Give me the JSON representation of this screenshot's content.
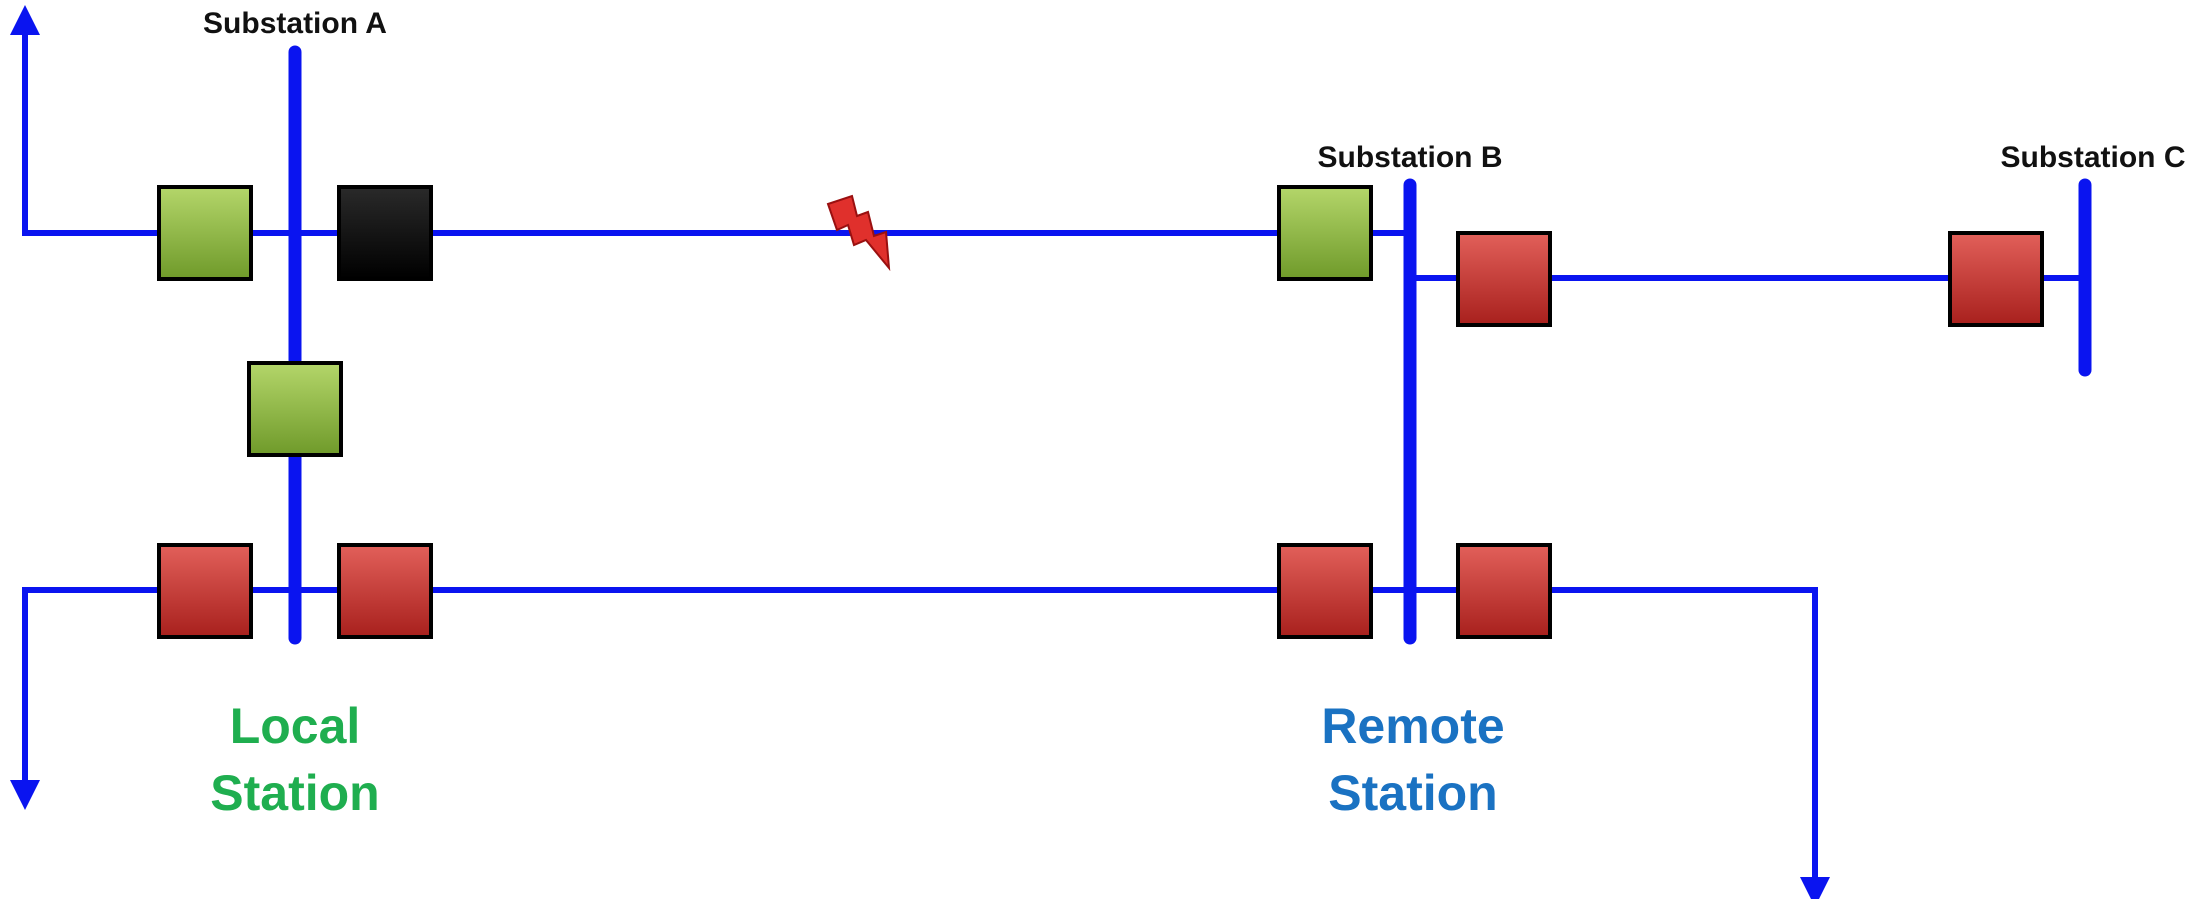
{
  "substations": {
    "a": "Substation A",
    "b": "Substation B",
    "c": "Substation C"
  },
  "stations": {
    "local": {
      "line1": "Local",
      "line2": "Station"
    },
    "remote": {
      "line1": "Remote",
      "line2": "Station"
    }
  },
  "breaker_states": {
    "a_top_left": "closed",
    "a_top_right": "open",
    "a_tie": "closed",
    "a_bottom_left": "tripped",
    "a_bottom_right": "tripped",
    "b_top_left": "closed",
    "b_top_right": "tripped",
    "b_bottom_left": "tripped",
    "b_bottom_right": "tripped",
    "c_left": "tripped"
  },
  "colors": {
    "line": "#0a14f0",
    "closed": "#8ab83a",
    "tripped": "#c8302c",
    "open": "#111111",
    "local_label": "#1fae4f",
    "remote_label": "#1a72c2",
    "fault": "#e0302c"
  }
}
